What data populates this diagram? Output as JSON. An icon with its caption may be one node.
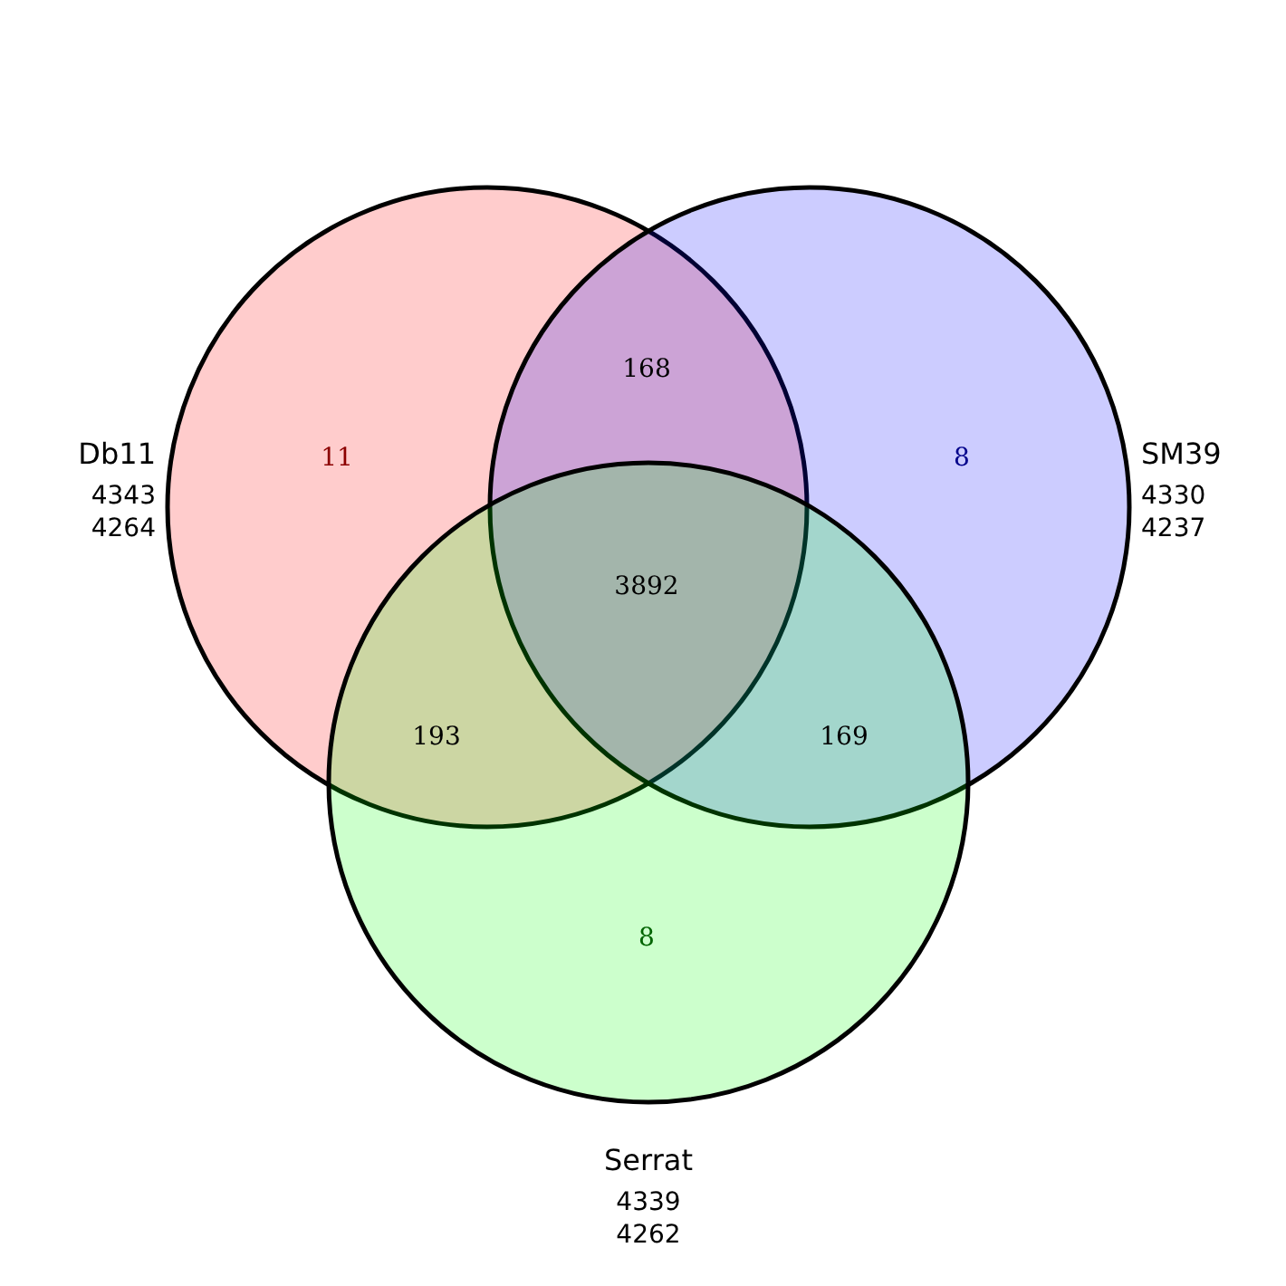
{
  "diagram": {
    "nodes": [
      {
        "text": [
          "Db11",
          "4343",
          "4264"
        ]
      },
      {
        "text": [
          "SM39",
          "4330",
          "4237"
        ]
      },
      {
        "text": [
          "Serrat",
          "4339",
          "4262"
        ]
      }
    ],
    "edges": [],
    "labels": [
      "168",
      "11",
      "8",
      "3892",
      "193",
      "169",
      "8"
    ]
  }
}
